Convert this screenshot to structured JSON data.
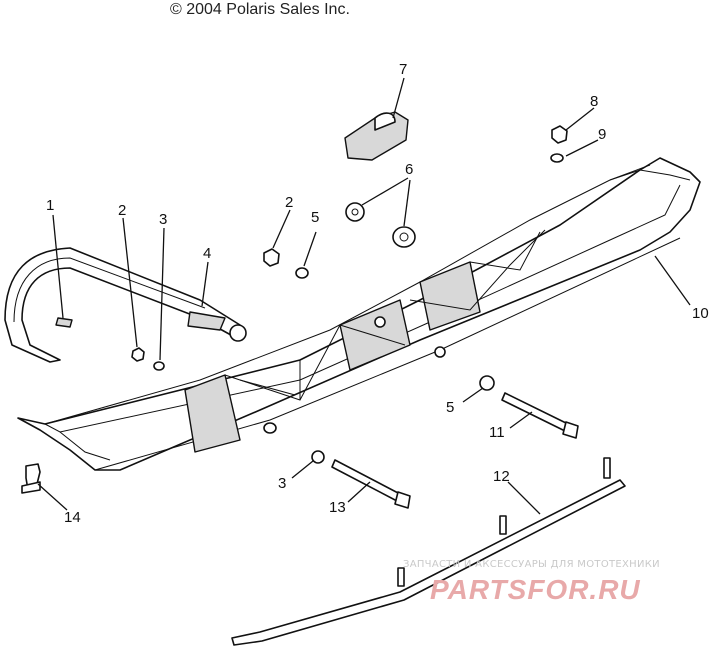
{
  "copyright": "© 2004 Polaris Sales Inc.",
  "callouts": [
    "7",
    "8",
    "9",
    "6",
    "2",
    "5",
    "1",
    "2",
    "3",
    "4",
    "10",
    "5",
    "11",
    "3",
    "13",
    "12",
    "14"
  ],
  "watermark": {
    "tagline": "ЗАПЧАСТИ И АКСЕССУАРЫ ДЛЯ МОТОТЕХНИКИ",
    "brand": "PARTSFOR.RU",
    "brand_color": "#e8a9a9"
  }
}
